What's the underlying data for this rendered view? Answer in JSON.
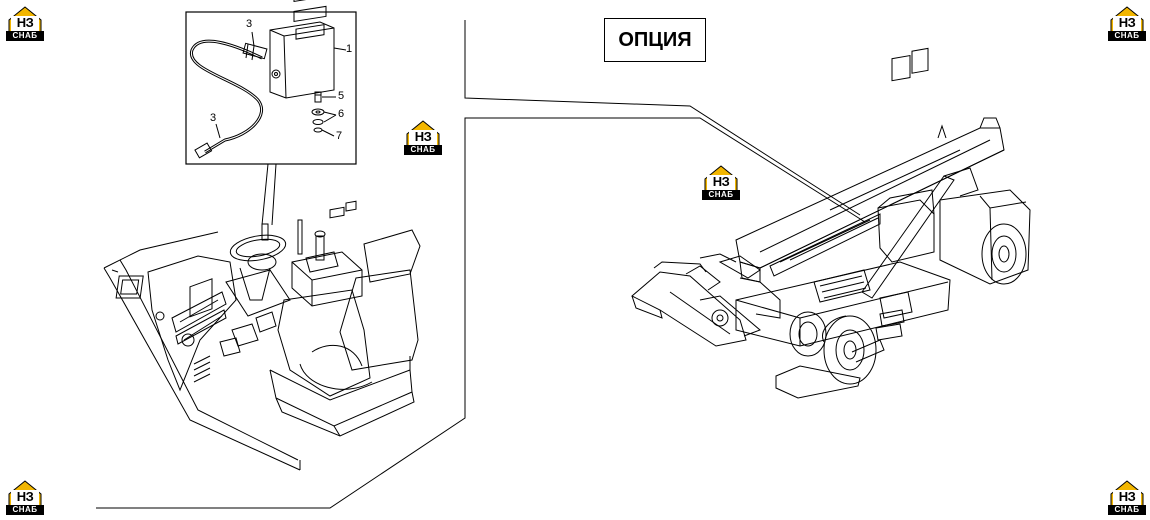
{
  "option_label": "ОПЦИЯ",
  "brand": {
    "letters": "НЗ",
    "sub": "СНАБ",
    "accent_color": "#f2b600"
  },
  "callouts": {
    "c1": "1",
    "c3a": "3",
    "c3b": "3",
    "c5": "5",
    "c6": "6",
    "c7": "7"
  }
}
